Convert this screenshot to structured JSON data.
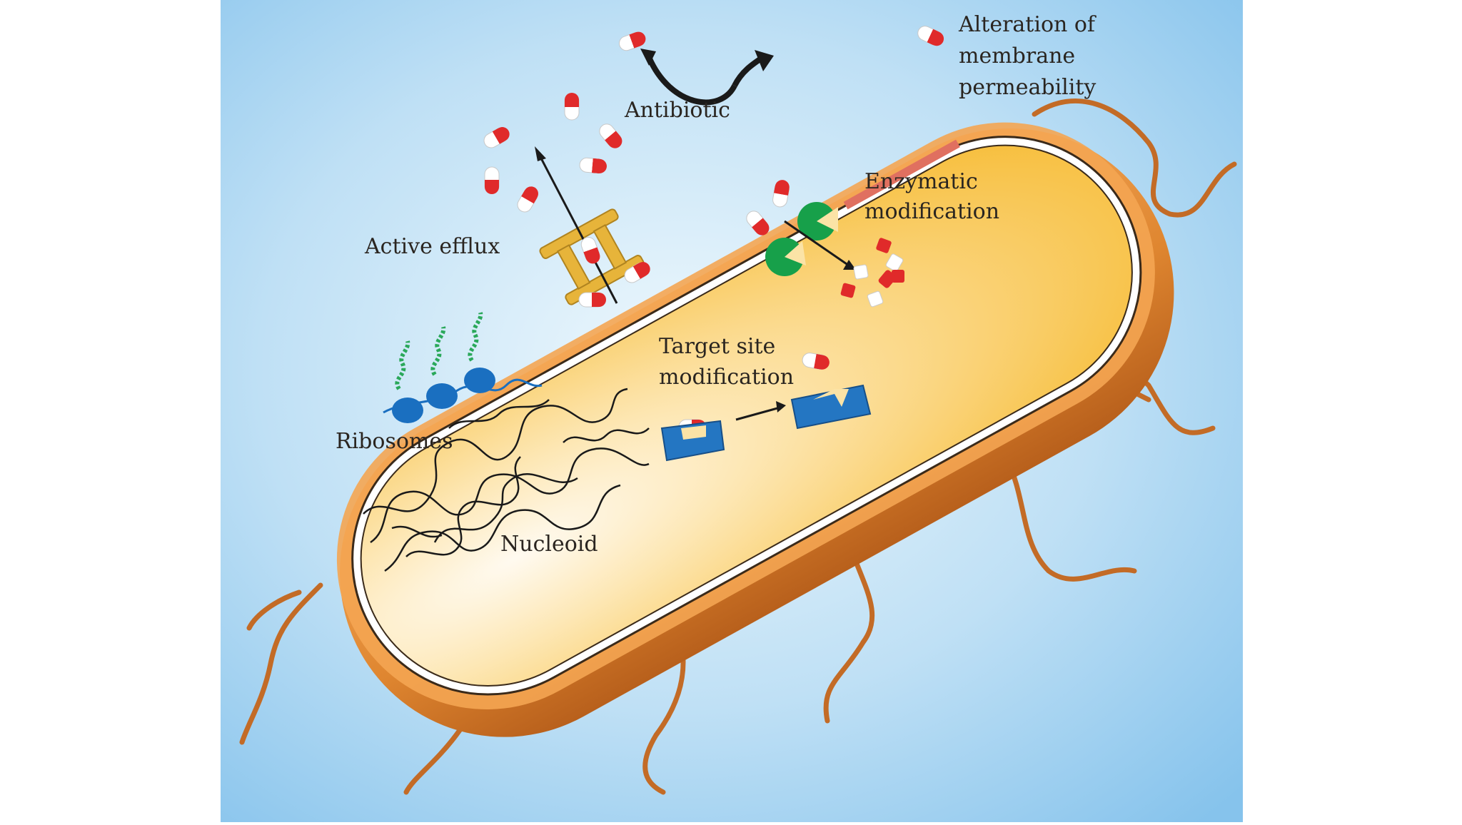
{
  "labels": {
    "antibiotic": "Antibiotic",
    "active_efflux": "Active efflux",
    "alteration_line1": "Alteration of",
    "alteration_line2": "membrane",
    "alteration_line3": "permeability",
    "enzymatic_line1": "Enzymatic",
    "enzymatic_line2": "modification",
    "target_line1": "Target site",
    "target_line2": "modification",
    "ribosomes": "Ribosomes",
    "nucleoid": "Nucleoid"
  },
  "colors": {
    "background_center": "#eaf5fc",
    "background_edge": "#8fc8ee",
    "cell_wall": "#e08a2e",
    "cytoplasm": "#f8c44a",
    "altered_membrane": "#e07a6a",
    "efflux_pump": "#e6b53a",
    "enzyme": "#1ea04a",
    "ribosome": "#1a6fc0",
    "target_site": "#2476c2",
    "capsule_red": "#e03030",
    "flagella": "#c8702a"
  }
}
